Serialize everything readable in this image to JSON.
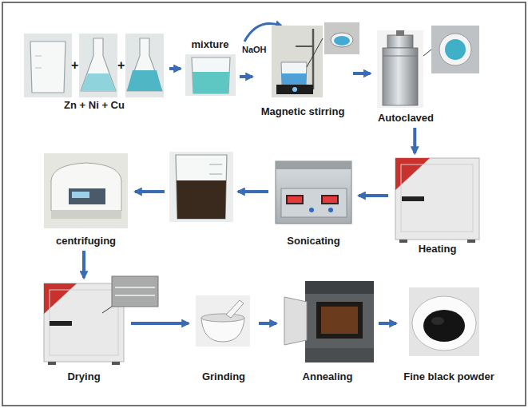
{
  "diagram": {
    "nodes": [
      {
        "text": [
          "Zn + Ni + Cu"
        ]
      },
      {
        "text": [
          "mixture"
        ]
      },
      {
        "text": [
          "Magnetic stirring"
        ]
      },
      {
        "text": [
          "Autoclaved"
        ]
      },
      {
        "text": [
          "Heating"
        ]
      },
      {
        "text": [
          "Sonicating"
        ]
      },
      {
        "text": [
          "centrifuging"
        ]
      },
      {
        "text": [
          "Drying"
        ]
      },
      {
        "text": [
          "Grinding"
        ]
      },
      {
        "text": [
          "Annealing"
        ]
      },
      {
        "text": [
          "Fine black powder"
        ]
      }
    ],
    "edges": [
      {
        "from": 0,
        "to": 1,
        "arrow": "to"
      },
      {
        "from": 1,
        "to": 2,
        "arrow": "to"
      },
      {
        "from": 2,
        "to": 3,
        "arrow": "to"
      },
      {
        "from": 3,
        "to": 4,
        "arrow": "to"
      },
      {
        "from": 4,
        "to": 5,
        "arrow": "to"
      },
      {
        "from": 5,
        "to": 6,
        "arrow": "to"
      },
      {
        "from": 6,
        "to": 7,
        "arrow": "to"
      },
      {
        "from": 7,
        "to": 8,
        "arrow": "to"
      },
      {
        "from": 8,
        "to": 9,
        "arrow": "to"
      },
      {
        "from": 9,
        "to": 10,
        "arrow": "to"
      }
    ],
    "labels": [
      "+",
      "+",
      "NaOH"
    ]
  }
}
